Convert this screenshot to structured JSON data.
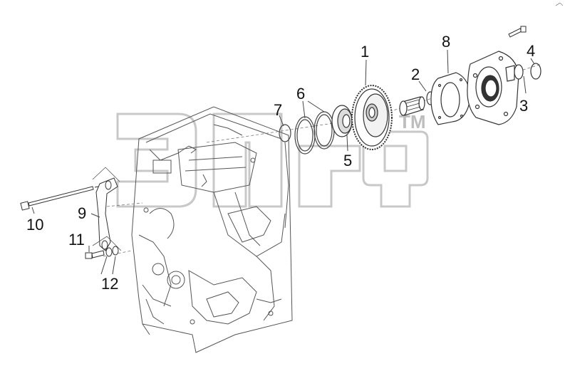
{
  "diagram": {
    "watermark_tm": "TM",
    "callouts": [
      {
        "id": "1",
        "text": "1"
      },
      {
        "id": "2",
        "text": "2"
      },
      {
        "id": "3",
        "text": "3"
      },
      {
        "id": "4",
        "text": "4"
      },
      {
        "id": "5",
        "text": "5"
      },
      {
        "id": "6",
        "text": "6"
      },
      {
        "id": "7",
        "text": "7"
      },
      {
        "id": "8",
        "text": "8"
      },
      {
        "id": "9",
        "text": "9"
      },
      {
        "id": "10",
        "text": "10"
      },
      {
        "id": "11",
        "text": "11"
      },
      {
        "id": "12",
        "text": "12"
      }
    ]
  }
}
